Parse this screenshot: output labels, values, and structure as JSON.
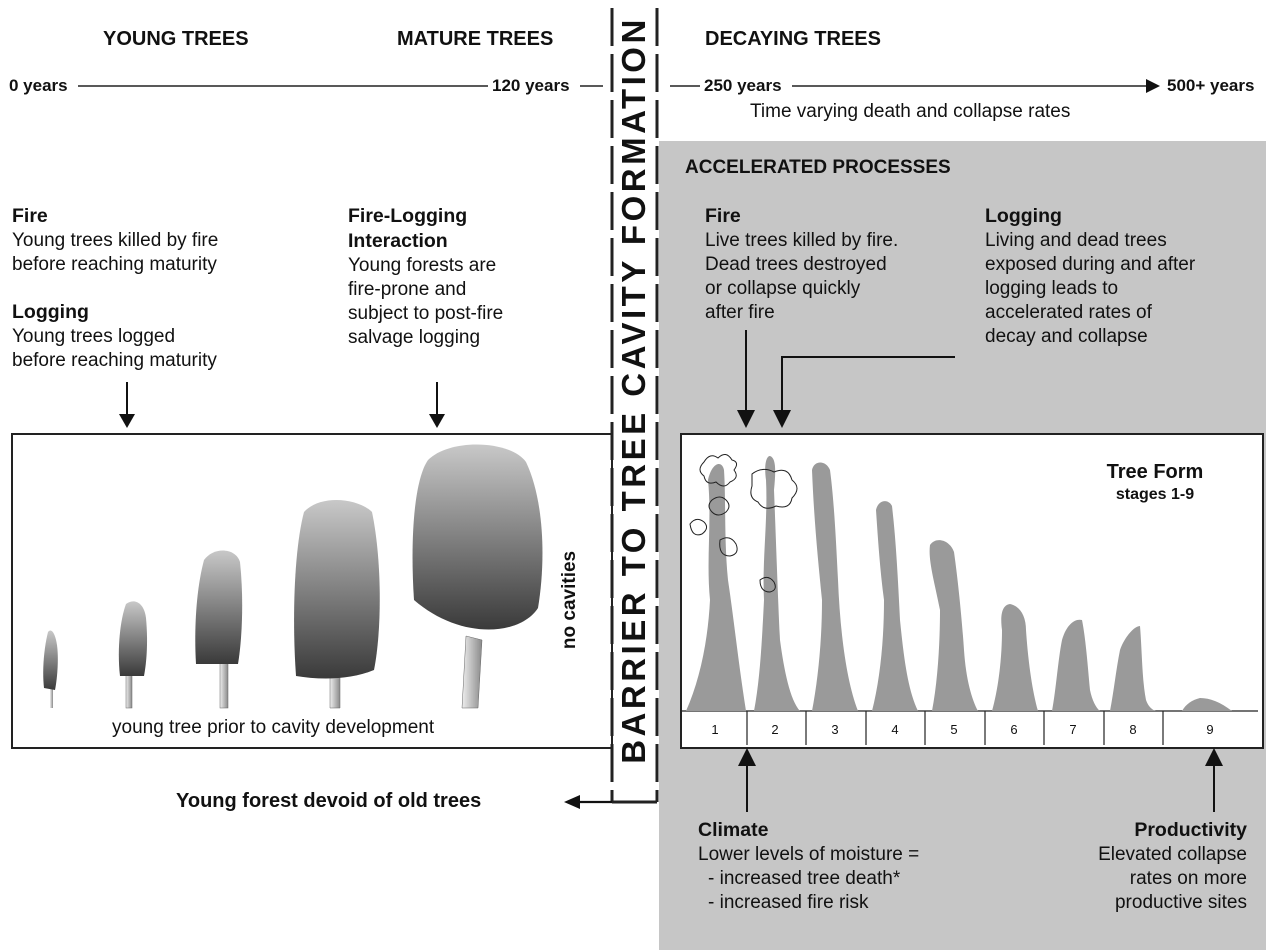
{
  "headers": {
    "young": "YOUNG TREES",
    "mature": "MATURE TREES",
    "decaying": "DECAYING TREES"
  },
  "timeline": {
    "t0": "0 years",
    "t120": "120 years",
    "t250": "250 years",
    "t500": "500+ years",
    "subtitle": "Time varying death and collapse rates"
  },
  "barrier_label": "BARRIER TO TREE CAVITY FORMATION",
  "accelerated": {
    "title": "ACCELERATED PROCESSES",
    "fire_title": "Fire",
    "fire_text": [
      "Live trees killed by fire.",
      "Dead trees destroyed",
      "or collapse quickly",
      "after fire"
    ],
    "logging_title": "Logging",
    "logging_text": [
      "Living and dead trees",
      "exposed during and after",
      "logging leads to",
      "accelerated rates of",
      "decay and collapse"
    ]
  },
  "left": {
    "fire_title": "Fire",
    "fire_text": [
      "Young trees killed by fire",
      "before reaching maturity"
    ],
    "logging_title": "Logging",
    "logging_text": [
      "Young trees logged",
      "before reaching maturity"
    ],
    "interaction_title": [
      "Fire-Logging",
      "Interaction"
    ],
    "interaction_text": [
      "Young forests are",
      "fire-prone and",
      "subject to post-fire",
      "salvage logging"
    ],
    "no_cavities": "no cavities",
    "box_caption": "young tree prior to cavity development",
    "outcome": "Young forest devoid of old trees"
  },
  "tree_form": {
    "title": "Tree Form",
    "subtitle": "stages 1-9",
    "stages": [
      "1",
      "2",
      "3",
      "4",
      "5",
      "6",
      "7",
      "8",
      "9"
    ]
  },
  "climate": {
    "title": "Climate",
    "lines": [
      "Lower levels of moisture =",
      "- increased tree death*",
      "- increased fire risk"
    ]
  },
  "productivity": {
    "title": "Productivity",
    "lines": [
      "Elevated collapse",
      "rates on more",
      "productive sites"
    ]
  },
  "colors": {
    "panel_grey": "#c6c6c6",
    "tree_grey": "#9a9a9a",
    "line": "#222222"
  }
}
